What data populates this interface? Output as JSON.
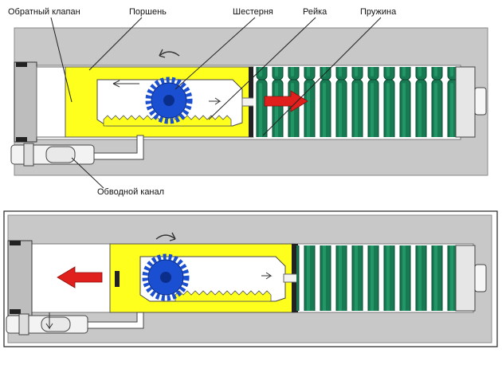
{
  "labels": {
    "check_valve": "Обратный клапан",
    "piston": "Поршень",
    "gear": "Шестерня",
    "rack": "Рейка",
    "spring": "Пружина",
    "bypass_channel": "Обводной канал"
  },
  "colors": {
    "housing": "#c8c8c8",
    "cylinder": "#ffffff",
    "piston": "#ffff1e",
    "gear": "#1a4fd1",
    "spring": "#177a52",
    "arrow": "#e0201c",
    "outline": "#333333"
  },
  "icons": {
    "rotation_arrow": "curved-rotation-arrow",
    "motion_arrow": "red-direction-arrow"
  }
}
